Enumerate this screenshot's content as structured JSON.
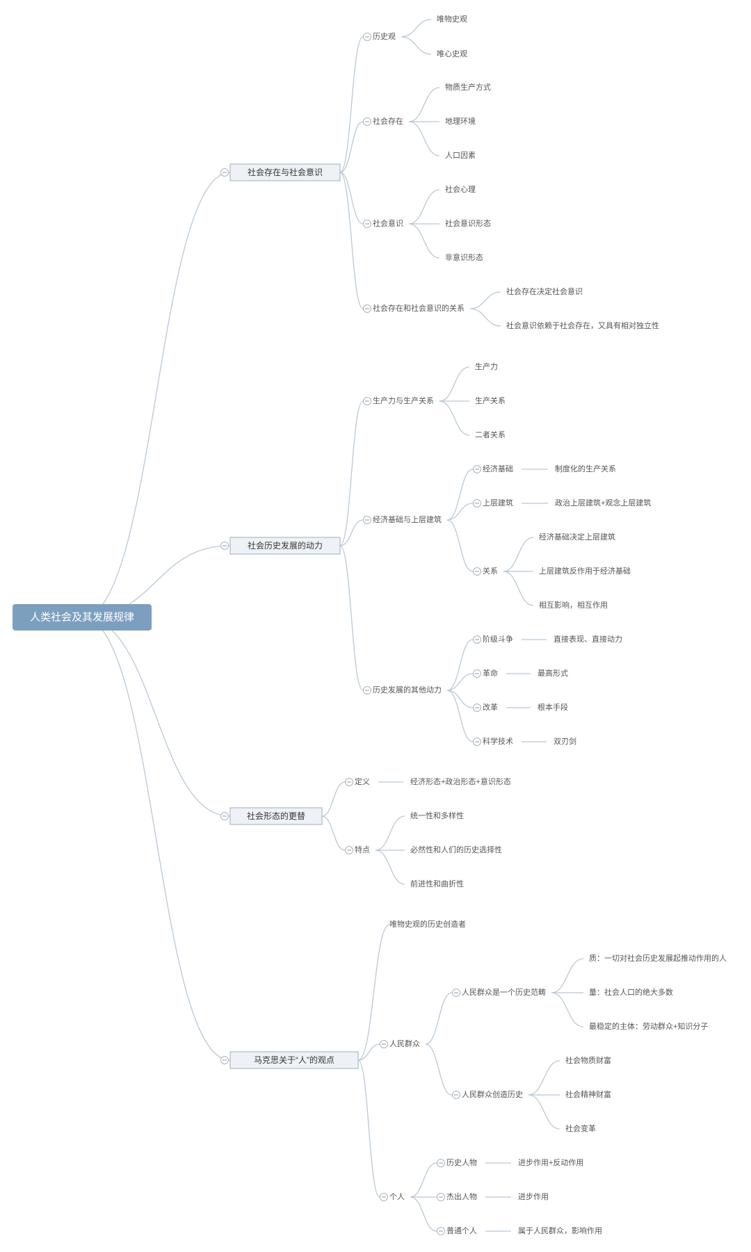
{
  "root": {
    "label": "人类社会及其发展规律"
  },
  "branches": [
    {
      "label": "社会存在与社会意识",
      "children": [
        {
          "label": "历史观",
          "children": [
            {
              "label": "唯物史观"
            },
            {
              "label": "唯心史观"
            }
          ]
        },
        {
          "label": "社会存在",
          "children": [
            {
              "label": "物质生产方式"
            },
            {
              "label": "地理环境"
            },
            {
              "label": "人口因素"
            }
          ]
        },
        {
          "label": "社会意识",
          "children": [
            {
              "label": "社会心理"
            },
            {
              "label": "社会意识形态"
            },
            {
              "label": "非意识形态"
            }
          ]
        },
        {
          "label": "社会存在和社会意识的关系",
          "children": [
            {
              "label": "社会存在决定社会意识"
            },
            {
              "label": "社会意识依赖于社会存在，又具有相对独立性"
            }
          ]
        }
      ]
    },
    {
      "label": "社会历史发展的动力",
      "children": [
        {
          "label": "生产力与生产关系",
          "children": [
            {
              "label": "生产力"
            },
            {
              "label": "生产关系"
            },
            {
              "label": "二者关系"
            }
          ]
        },
        {
          "label": "经济基础与上层建筑",
          "children": [
            {
              "label": "经济基础",
              "children": [
                {
                  "label": "制度化的生产关系"
                }
              ]
            },
            {
              "label": "上层建筑",
              "children": [
                {
                  "label": "政治上层建筑+观念上层建筑"
                }
              ]
            },
            {
              "label": "关系",
              "children": [
                {
                  "label": "经济基础决定上层建筑"
                },
                {
                  "label": "上层建筑反作用于经济基础"
                },
                {
                  "label": "相互影响，相互作用"
                }
              ]
            }
          ]
        },
        {
          "label": "历史发展的其他动力",
          "children": [
            {
              "label": "阶级斗争",
              "children": [
                {
                  "label": "直接表现、直接动力"
                }
              ]
            },
            {
              "label": "革命",
              "children": [
                {
                  "label": "最高形式"
                }
              ]
            },
            {
              "label": "改革",
              "children": [
                {
                  "label": "根本手段"
                }
              ]
            },
            {
              "label": "科学技术",
              "children": [
                {
                  "label": "双刃剑"
                }
              ]
            }
          ]
        }
      ]
    },
    {
      "label": "社会形态的更替",
      "children": [
        {
          "label": "定义",
          "children": [
            {
              "label": "经济形态+政治形态+意识形态"
            }
          ]
        },
        {
          "label": "特点",
          "children": [
            {
              "label": "统一性和多样性"
            },
            {
              "label": "必然性和人们的历史选择性"
            },
            {
              "label": "前进性和曲折性"
            }
          ]
        }
      ]
    },
    {
      "label": "马克思关于“人”的观点",
      "children": [
        {
          "label": "唯物史观的历史创造者"
        },
        {
          "label": "人民群众",
          "children": [
            {
              "label": "人民群众是一个历史范畴",
              "children": [
                {
                  "label": "质：一切对社会历史发展起推动作用的人"
                },
                {
                  "label": "量：社会人口的绝大多数"
                },
                {
                  "label": "最稳定的主体：劳动群众+知识分子"
                }
              ]
            },
            {
              "label": "人民群众创造历史",
              "children": [
                {
                  "label": "社会物质财富"
                },
                {
                  "label": "社会精神财富"
                },
                {
                  "label": "社会变革"
                }
              ]
            }
          ]
        },
        {
          "label": "个人",
          "children": [
            {
              "label": "历史人物",
              "children": [
                {
                  "label": "进步作用+反动作用"
                }
              ]
            },
            {
              "label": "杰出人物",
              "children": [
                {
                  "label": "进步作用"
                }
              ]
            },
            {
              "label": "普通个人",
              "children": [
                {
                  "label": "属于人民群众，影响作用"
                }
              ]
            }
          ]
        }
      ]
    }
  ]
}
